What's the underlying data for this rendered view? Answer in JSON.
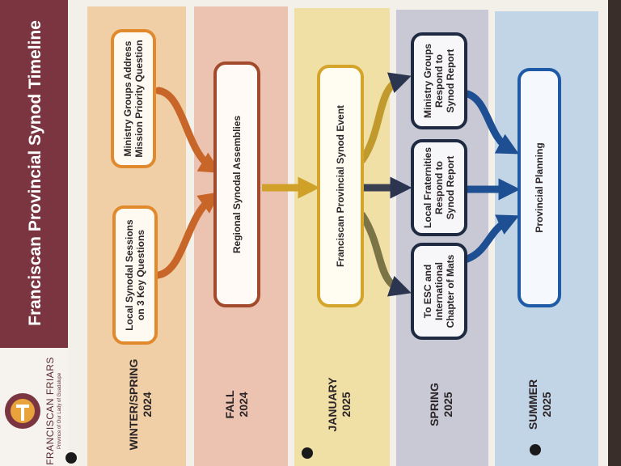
{
  "title": "Franciscan Provincial Synod Timeline",
  "brand": {
    "name": "FRANCISCAN FRIARS",
    "subtitle": "Province of Our Lady of Guadalupe",
    "logo_icon": "tau-cross-sunburst-icon"
  },
  "colors": {
    "title_band": "#7a3540",
    "winter_spring": "#f0cfa6",
    "fall": "#ecc2b0",
    "january": "#f1e0a6",
    "spring": "#c9c9d6",
    "summer": "#c2d5e6",
    "orange_box": "#e08a2d",
    "brown_box": "#a24a2c",
    "gold_box": "#d4a52a",
    "navy_box": "#1d2a41",
    "blue_box": "#1e5aa6"
  },
  "seasons": [
    {
      "label": "WINTER/SPRING",
      "year": "2024"
    },
    {
      "label": "FALL",
      "year": "2024"
    },
    {
      "label": "JANUARY",
      "year": "2025"
    },
    {
      "label": "SPRING",
      "year": "2025"
    },
    {
      "label": "SUMMER",
      "year": "2025"
    }
  ],
  "boxes": {
    "ministry_groups_address": [
      "Ministry Groups Address",
      "Mission Priority Question"
    ],
    "local_synodal_sessions": [
      "Local Synodal Sessions",
      "on 3 Key Questions"
    ],
    "regional_synodal_assemblies": [
      "Regional Synodal Assemblies"
    ],
    "franciscan_provincial_synod_event": [
      "Franciscan Provincial Synod Event"
    ],
    "ministry_groups_respond": [
      "Ministry Groups",
      "Respond to",
      "Synod Report"
    ],
    "local_fraternities_respond": [
      "Local Fraternities",
      "Respond to",
      "Synod Report"
    ],
    "to_esc_international": [
      "To ESC and",
      "International",
      "Chapter of Mats"
    ],
    "provincial_planning": [
      "Provincial Planning"
    ]
  }
}
